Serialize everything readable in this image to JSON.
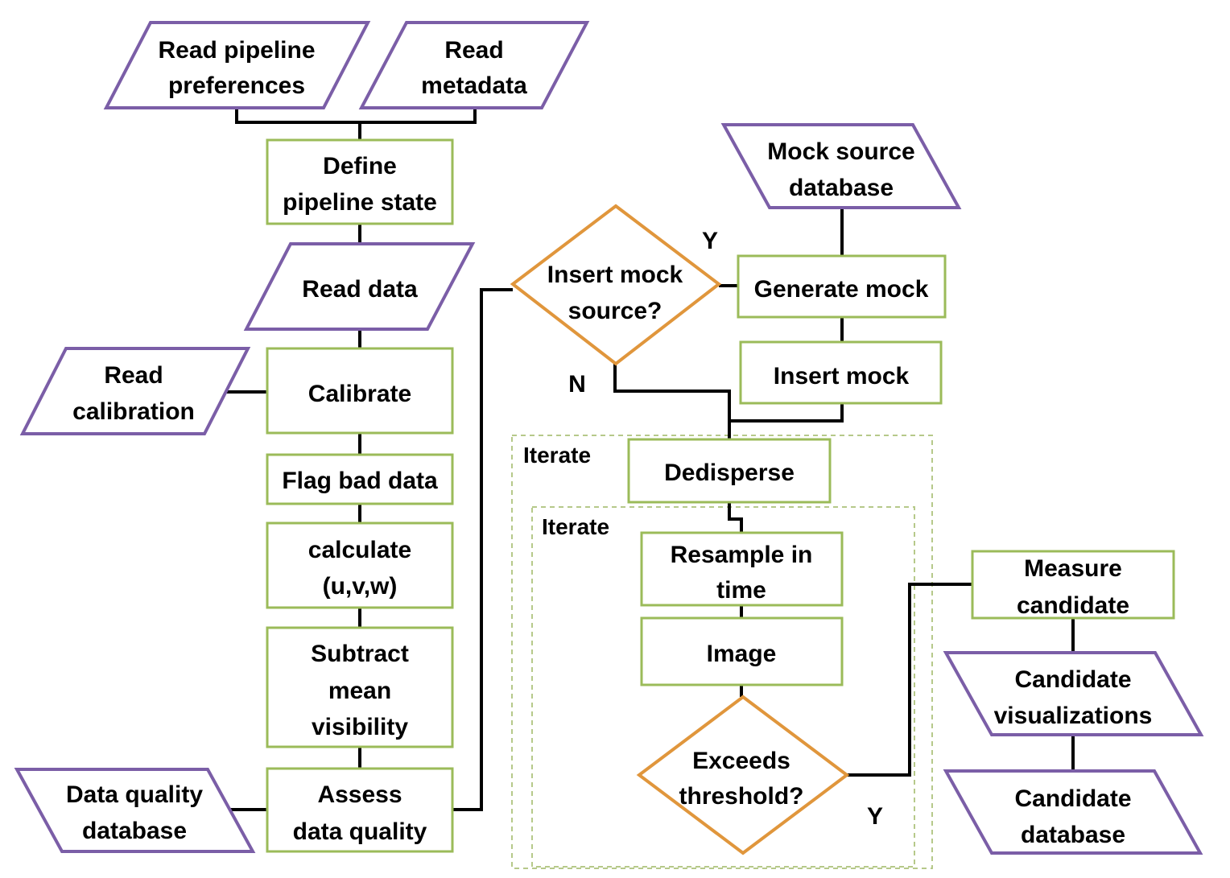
{
  "inputs": {
    "read_prefs": [
      "Read pipeline",
      "preferences"
    ],
    "read_metadata": [
      "Read",
      "metadata"
    ],
    "read_data": [
      "Read data"
    ],
    "read_calibration": [
      "Read",
      "calibration"
    ],
    "mock_source_db": [
      "Mock source",
      "database"
    ],
    "data_quality_db": [
      "Data quality",
      "database"
    ],
    "candidate_viz": [
      "Candidate",
      "visualizations"
    ],
    "candidate_db": [
      "Candidate",
      "database"
    ]
  },
  "processes": {
    "define_state": [
      "Define",
      "pipeline state"
    ],
    "calibrate": [
      "Calibrate"
    ],
    "flag_bad": [
      "Flag bad data"
    ],
    "calc_uvw": [
      "calculate",
      "(u,v,w)"
    ],
    "subtract_mean": [
      "Subtract",
      "mean",
      "visibility"
    ],
    "assess_quality": [
      "Assess",
      "data quality"
    ],
    "generate_mock": [
      "Generate mock"
    ],
    "insert_mock": [
      "Insert mock"
    ],
    "dedisperse": [
      "Dedisperse"
    ],
    "resample": [
      "Resample in",
      "time"
    ],
    "image": [
      "Image"
    ],
    "measure": [
      "Measure",
      "candidate"
    ]
  },
  "decisions": {
    "insert_mock_source": [
      "Insert mock",
      "source?"
    ],
    "exceeds_threshold": [
      "Exceeds",
      "threshold?"
    ]
  },
  "edge_labels": {
    "yes_mock": "Y",
    "no_mock": "N",
    "yes_threshold": "Y"
  },
  "loops": {
    "outer": "Iterate",
    "inner": "Iterate"
  }
}
